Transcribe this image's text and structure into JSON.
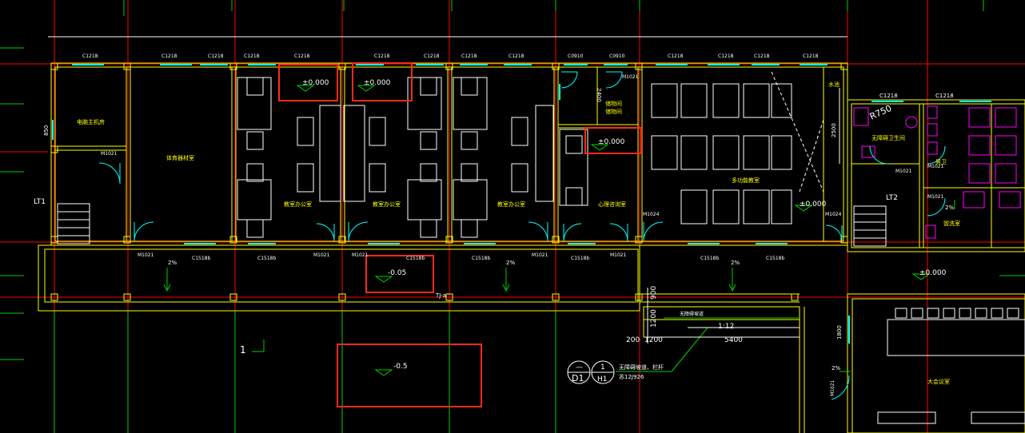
{
  "window_labels_top": [
    "C1218",
    "C1218",
    "C1218",
    "C1218",
    "C1218",
    "C1218",
    "C1218",
    "C1218",
    "C1218",
    "C0910",
    "C0910",
    "C1218",
    "C1218",
    "C1218",
    "C1218"
  ],
  "window_labels_bottom": [
    "C1518b",
    "C1518b",
    "C1518b",
    "C1518b",
    "C1518b",
    "C1518b",
    "C1518b"
  ],
  "door_labels": [
    "M1021",
    "M1021",
    "M1021",
    "M1021",
    "M1021",
    "M1021",
    "M1021",
    "M1024",
    "M1024",
    "M1021",
    "M1021",
    "M1021",
    "M1021"
  ],
  "rooms": [
    {
      "name": "电脑主机房"
    },
    {
      "name": "体育器材室"
    },
    {
      "name": "教室办公室"
    },
    {
      "name": "教室办公室"
    },
    {
      "name": "教室办公室"
    },
    {
      "name": "储物间"
    },
    {
      "name": "储物间"
    },
    {
      "name": "心理咨询室"
    },
    {
      "name": "多功能教室"
    },
    {
      "name": "无障碍卫生间"
    },
    {
      "name": "男卫"
    },
    {
      "name": "盥洗室"
    },
    {
      "name": "大会议室"
    },
    {
      "name": "水池"
    }
  ],
  "elevations": {
    "e1": "±0.000",
    "e2": "±0.000",
    "e3": "±0.000",
    "e4": "±0.000",
    "e5": "±0.000",
    "corridor": "-0.05",
    "outside": "-0.5"
  },
  "stairs": {
    "left": "LT1",
    "right": "LT2"
  },
  "slopes": {
    "s1": "2%",
    "s2": "2%",
    "s3": "2%",
    "s4": "2%",
    "s5": "2%"
  },
  "wall_dims": {
    "d1": "2400",
    "d2": "2500",
    "d3": "850",
    "d4": "1800"
  },
  "ramp": {
    "title": "无障碍坡道",
    "slope": "1:12",
    "dim_total": "5400",
    "dim_a": "200",
    "dim_b": "1200",
    "dim_v1": "1200",
    "dim_v2": "900",
    "detail_note": "无障碍坡道、栏杆",
    "detail_ref": "苏12J926",
    "callout1_top": "—",
    "callout1_bottom": "D1",
    "callout2_top": "1",
    "callout2_bottom": "H1"
  },
  "misc": {
    "r750": "R750",
    "axis_mark": "1",
    "side_c1": "C1218",
    "side_c2": "C1218",
    "side_m": "M1024",
    "tj": "TJ-a",
    "bath_label": "M1021",
    "bath_label2": "M1021"
  },
  "colors": {
    "bg": "#000000",
    "wall": "#ffff00",
    "grid": "#ff0000",
    "green": "#00d000",
    "window": "#00ffff",
    "highlight": "#ff2a1a",
    "furniture": "#ffffff",
    "toilet": "#ff00ff"
  }
}
